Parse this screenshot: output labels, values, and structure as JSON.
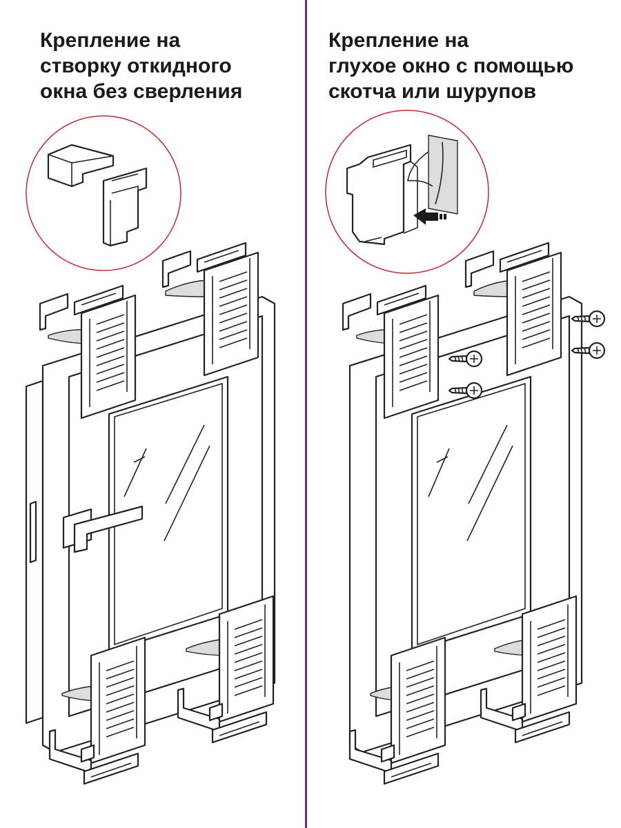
{
  "left": {
    "title_lines": [
      "Крепление на",
      "створку откидного",
      "окна без сверления"
    ]
  },
  "right": {
    "title_lines": [
      "Крепление на",
      "глухое окно с помощью",
      "скотча или шурупов"
    ]
  },
  "colors": {
    "divider": "#6a2a86",
    "inset_circle": "#c0282d",
    "arrow": "#1a1a1a"
  },
  "icons": [
    "window-handle-icon",
    "screw-icon",
    "adhesive-tape-icon",
    "arrow-icon"
  ]
}
